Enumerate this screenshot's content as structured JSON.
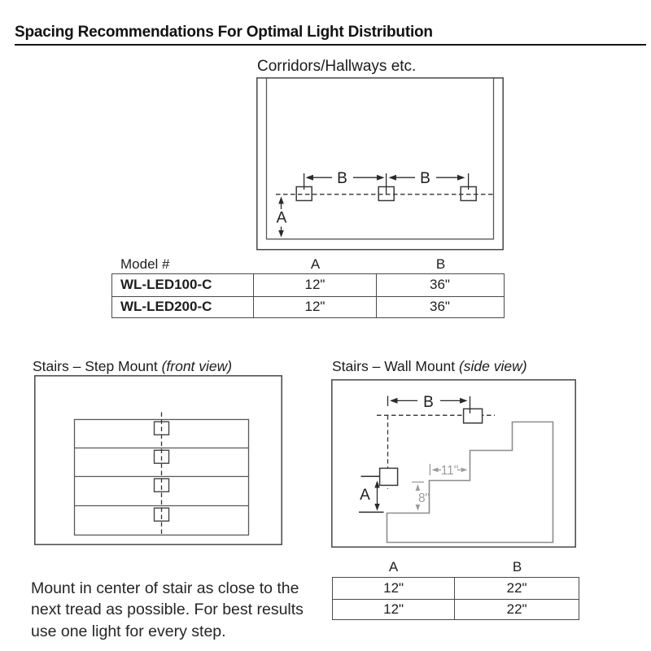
{
  "page": {
    "title": "Spacing Recommendations For Optimal Light Distribution"
  },
  "corridor": {
    "heading": "Corridors/Hallways etc.",
    "dim_a": "A",
    "dim_b": "B",
    "table": {
      "headers": {
        "model": "Model #",
        "a": "A",
        "b": "B"
      },
      "rows": [
        {
          "model": "WL-LED100-C",
          "a": "12\"",
          "b": "36\""
        },
        {
          "model": "WL-LED200-C",
          "a": "12\"",
          "b": "36\""
        }
      ]
    }
  },
  "step_mount": {
    "heading": "Stairs – Step Mount",
    "view": "(front view)",
    "note": "Mount in center of stair as close to the next tread as possible. For best results use one light for every step."
  },
  "wall_mount": {
    "heading": "Stairs – Wall Mount",
    "view": "(side view)",
    "dim_a": "A",
    "dim_b": "B",
    "tread_depth": "11\"",
    "riser_height": "8\"",
    "table": {
      "headers": {
        "a": "A",
        "b": "B"
      },
      "rows": [
        {
          "a": "12\"",
          "b": "22\""
        },
        {
          "a": "12\"",
          "b": "22\""
        }
      ]
    }
  },
  "colors": {
    "ink": "#231f20",
    "line_dark": "#474747",
    "stair_gray": "#8c8c8c",
    "dim_gray": "#9c9c9c"
  }
}
